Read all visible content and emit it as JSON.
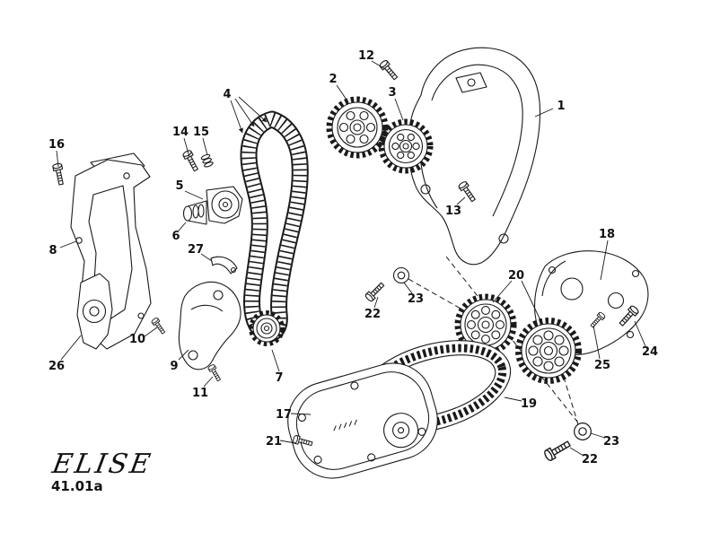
{
  "page": {
    "brand_logo": "ELISE",
    "page_code": "41.01a"
  },
  "diagram": {
    "callouts": {
      "c1": "1",
      "c2": "2",
      "c3": "3",
      "c4": "4",
      "c5": "5",
      "c6": "6",
      "c7": "7",
      "c8": "8",
      "c9": "9",
      "c10": "10",
      "c11": "11",
      "c12": "12",
      "c13": "13",
      "c14": "14",
      "c15": "15",
      "c16": "16",
      "c17": "17",
      "c18": "18",
      "c19": "19",
      "c20": "20",
      "c21": "21",
      "c22a": "22",
      "c22b": "22",
      "c23a": "23",
      "c23b": "23",
      "c24": "24",
      "c25": "25",
      "c26": "26",
      "c27": "27"
    }
  }
}
